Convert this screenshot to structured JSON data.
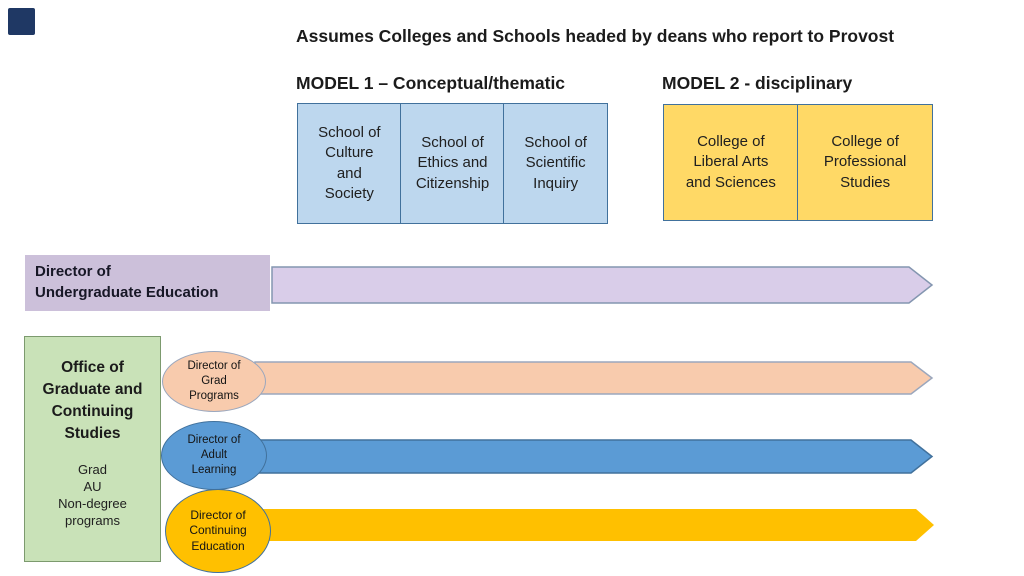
{
  "slide": {
    "title": "Assumes Colleges and Schools headed by deans who report to Provost",
    "corner_square_color": "#1F3864",
    "background": "#FFFFFF"
  },
  "model1": {
    "heading": "MODEL 1 – Conceptual/thematic",
    "box_fill": "#BDD7EE",
    "box_border": "#41719C",
    "schools": [
      {
        "name": "School of Culture and Society",
        "text": "School of\nCulture\nand\nSociety"
      },
      {
        "name": "School of Ethics and Citizenship",
        "text": "School of\nEthics and\nCitizenship"
      },
      {
        "name": "School of Scientific Inquiry",
        "text": "School of\nScientific\nInquiry"
      }
    ]
  },
  "model2": {
    "heading": "MODEL 2 - disciplinary",
    "box_fill": "#FFD966",
    "box_border": "#41719C",
    "colleges": [
      {
        "name": "College of Liberal Arts and Sciences",
        "text": "College of\nLiberal Arts\nand Sciences"
      },
      {
        "name": "College of Professional Studies",
        "text": "College of\nProfessional\nStudies"
      }
    ]
  },
  "undergraduate": {
    "director_box_text": "Director of\nUndergraduate Education",
    "box_fill": "#CCC0DA",
    "arrow_fill": "#D9CDE9",
    "arrow_border": "#8496B0"
  },
  "graduate": {
    "office_title": "Office of\nGraduate and\nContinuing\nStudies",
    "office_programs": "Grad\nAU\nNon-degree\nprograms",
    "box_fill": "#C9E2B8",
    "box_border": "#7C9A6E",
    "directors": [
      {
        "role": "grad-programs",
        "text": "Director of\nGrad\nPrograms",
        "fill": "#F8CBAD",
        "border": "#9BA7BD"
      },
      {
        "role": "adult-learning",
        "text": "Director of\nAdult\nLearning",
        "fill": "#5B9BD5",
        "border": "#41719C"
      },
      {
        "role": "continuing-education",
        "text": "Director of\nContinuing\nEducation",
        "fill": "#FFC000",
        "border": "#41719C"
      }
    ]
  }
}
